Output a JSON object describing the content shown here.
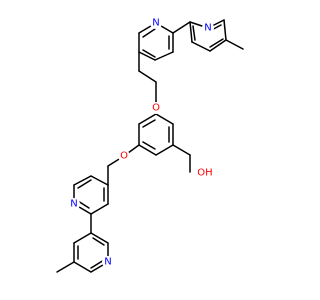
{
  "molecule": {
    "colors": {
      "bond": "#000000",
      "nitrogen": "#0000ff",
      "oxygen": "#ff0000",
      "background": "#ffffff"
    },
    "atom_labels": {
      "n_top_left": "N",
      "n_top_right": "N",
      "o_upper": "O",
      "o_lower": "O",
      "oh": "OH",
      "n_bottom_upper": "N",
      "n_bottom_lower": "N"
    }
  }
}
